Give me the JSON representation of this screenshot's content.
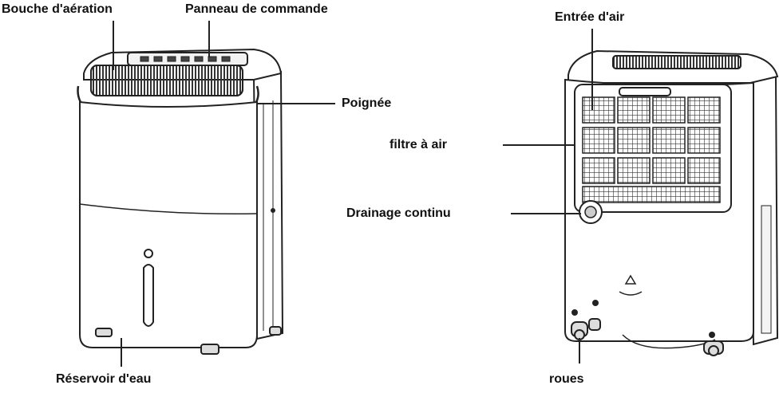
{
  "labels": {
    "vent": "Bouche d'aération",
    "control_panel": "Panneau de commande",
    "handle": "Poignée",
    "water_tank": "Réservoir d'eau",
    "air_inlet": "Entrée d'air",
    "air_filter": "filtre à air",
    "continuous_drain": "Drainage continu",
    "wheels": "roues"
  },
  "colors": {
    "line": "#222222",
    "fill": "#ffffff",
    "shade": "#e6e6e6",
    "grille": "#333333"
  }
}
